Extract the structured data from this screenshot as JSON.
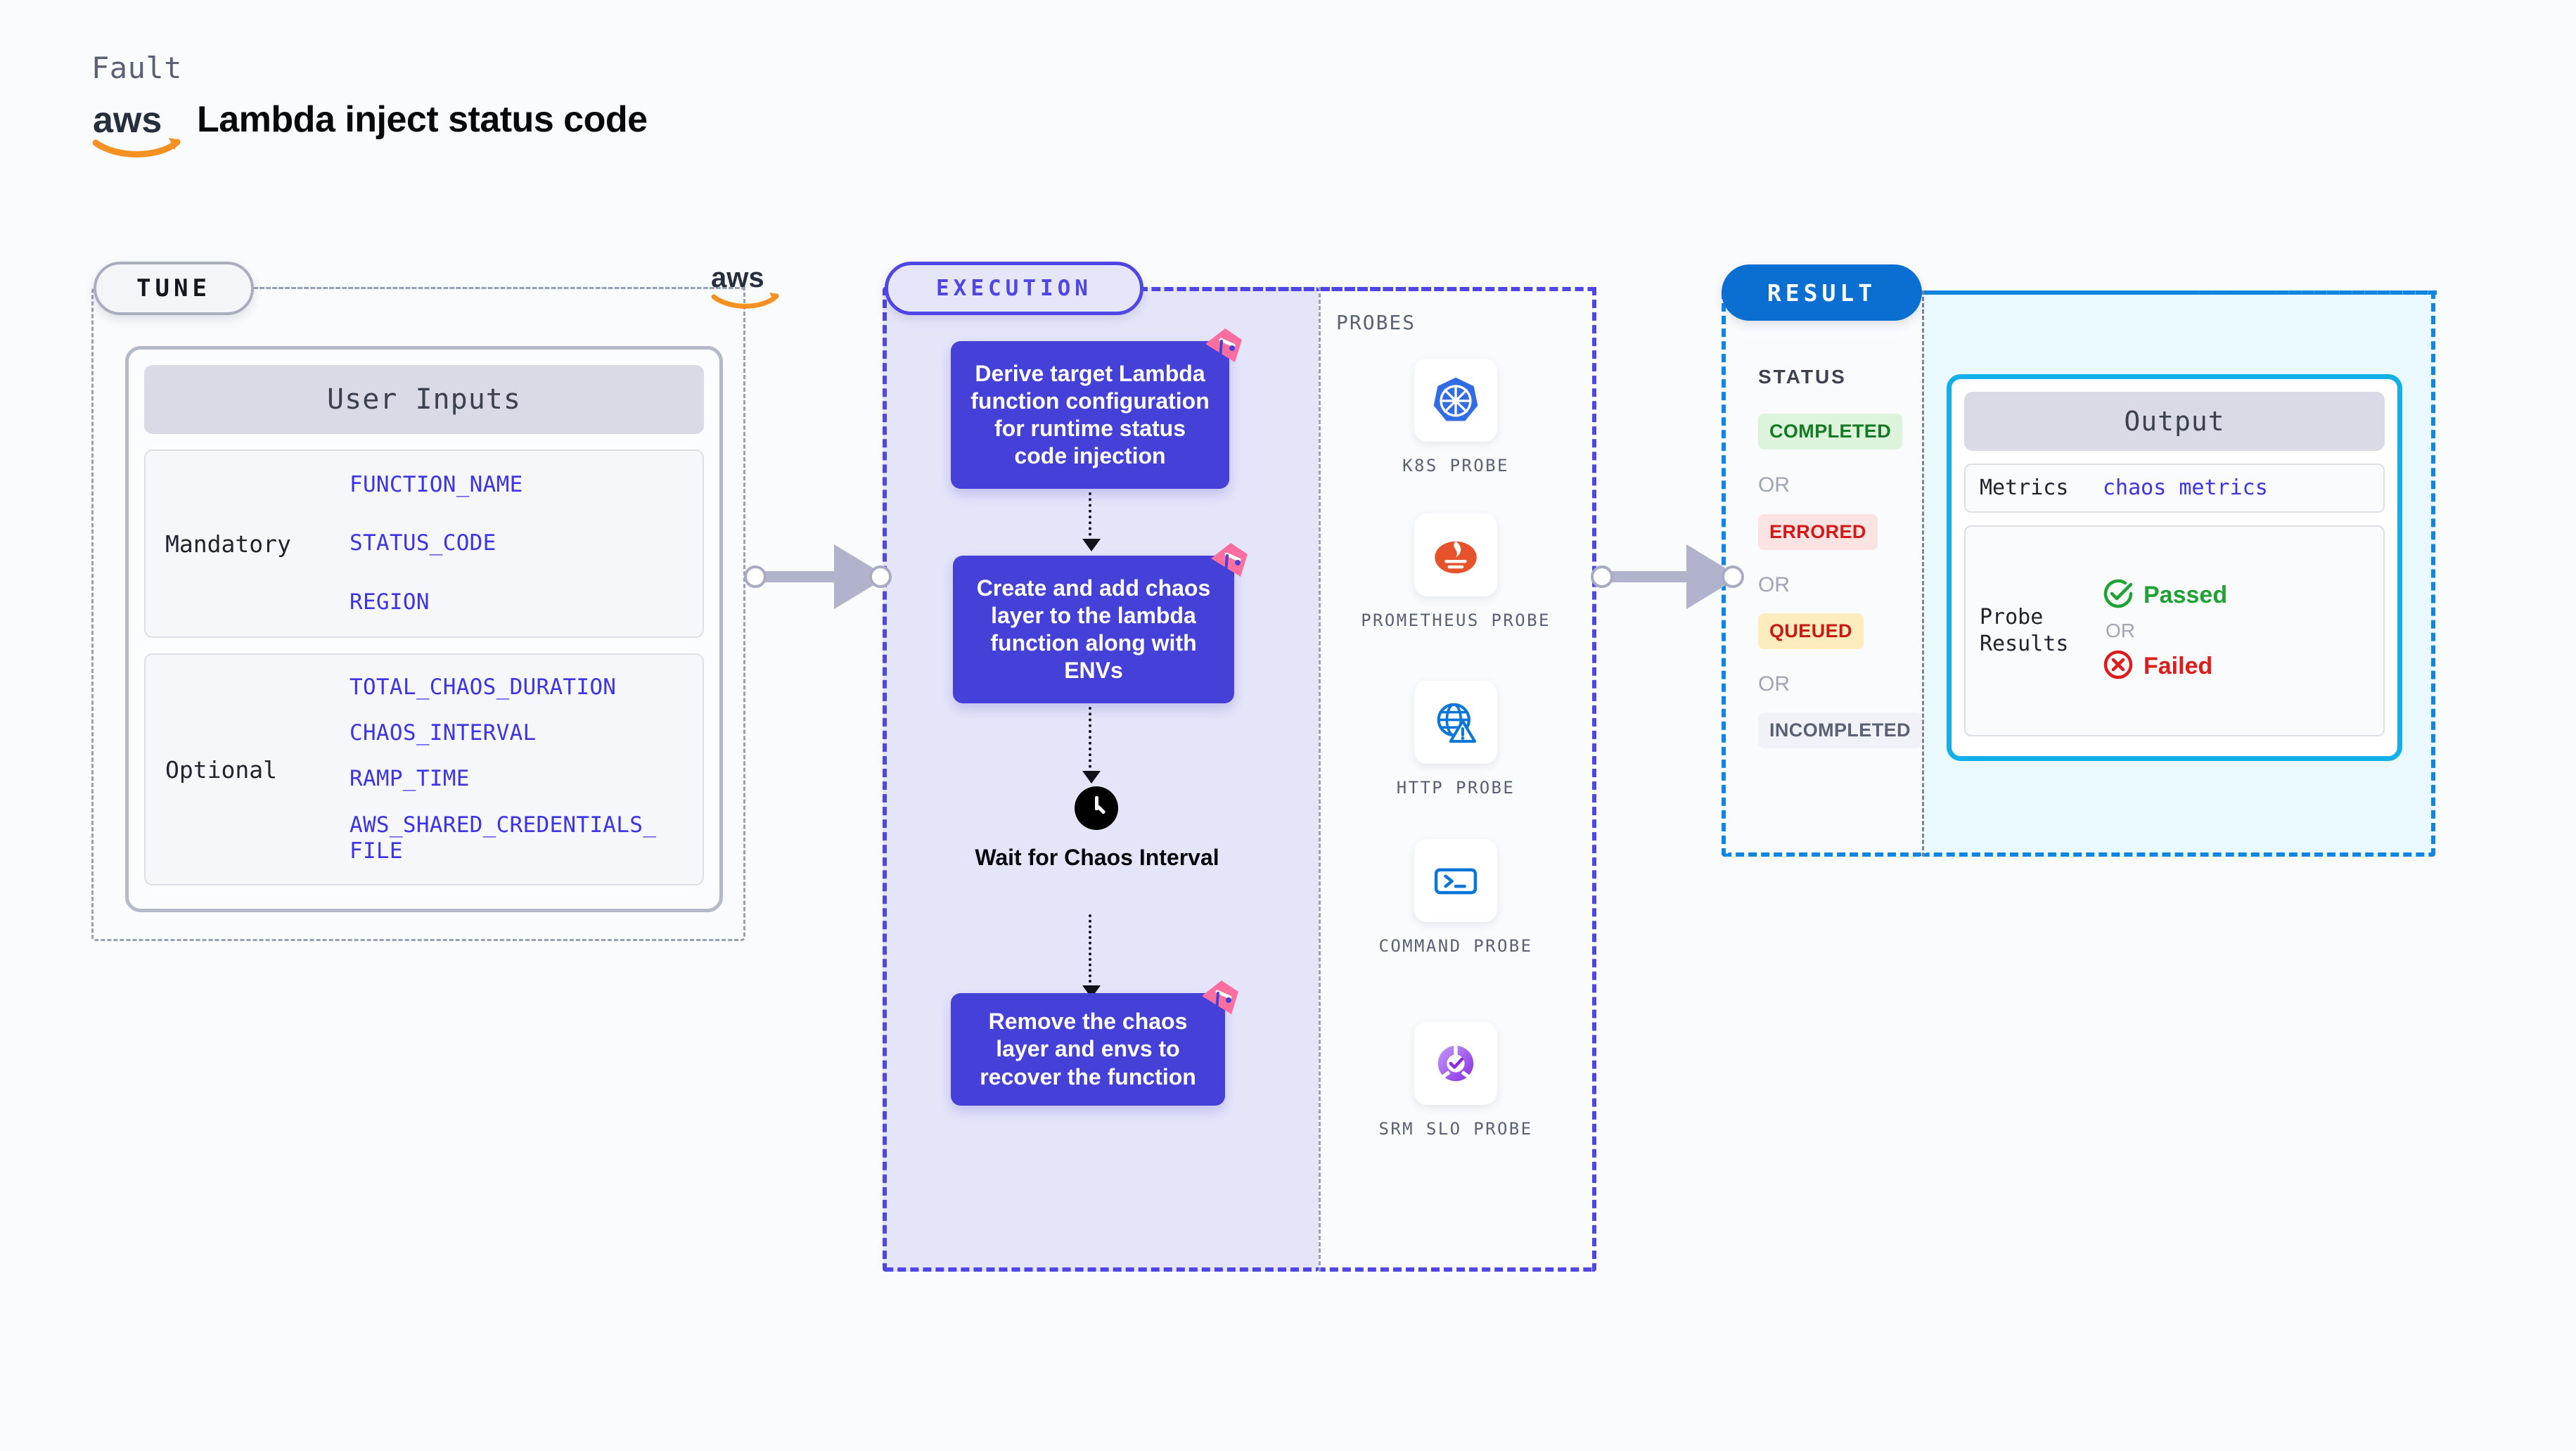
{
  "header": {
    "eyebrow": "Fault",
    "title": "Lambda inject status code",
    "logo_icon": "aws-logo"
  },
  "tune": {
    "pill_label": "TUNE",
    "aws_icon": "aws-logo",
    "card_title": "User Inputs",
    "groups": [
      {
        "label": "Mandatory",
        "params": [
          "FUNCTION_NAME",
          "STATUS_CODE",
          "REGION"
        ]
      },
      {
        "label": "Optional",
        "params": [
          "TOTAL_CHAOS_DURATION",
          "CHAOS_INTERVAL",
          "RAMP_TIME",
          "AWS_SHARED_CREDENTIALS_\nFILE"
        ]
      }
    ]
  },
  "execution": {
    "pill_label": "EXECUTION",
    "steps": [
      {
        "text": "Derive target Lambda function configuration for runtime status code injection",
        "badge_icon": "litmus-flag-icon"
      },
      {
        "text": "Create and add chaos layer to the lambda function along with ENVs",
        "badge_icon": "litmus-flag-icon"
      },
      {
        "text": "Remove the chaos layer and envs to recover the function",
        "badge_icon": "litmus-flag-icon"
      }
    ],
    "wait": {
      "icon": "clock-icon",
      "label": "Wait for Chaos Interval"
    }
  },
  "probes": {
    "title": "PROBES",
    "items": [
      {
        "label": "K8S PROBE",
        "icon": "kubernetes-icon"
      },
      {
        "label": "PROMETHEUS PROBE",
        "icon": "prometheus-icon"
      },
      {
        "label": "HTTP PROBE",
        "icon": "http-globe-icon"
      },
      {
        "label": "COMMAND PROBE",
        "icon": "terminal-icon"
      },
      {
        "label": "SRM SLO PROBE",
        "icon": "srm-slo-icon"
      }
    ]
  },
  "result": {
    "pill_label": "RESULT",
    "status_title": "STATUS",
    "or_label": "OR",
    "statuses": [
      {
        "label": "COMPLETED",
        "bg": "#def3dc",
        "fg": "#157a24"
      },
      {
        "label": "ERRORED",
        "bg": "#fbe3e3",
        "fg": "#d31818"
      },
      {
        "label": "QUEUED",
        "bg": "#fcecbe",
        "fg": "#c81a10"
      },
      {
        "label": "INCOMPLETED",
        "bg": "#f1f2f7",
        "fg": "#5a6175"
      }
    ],
    "output": {
      "card_title": "Output",
      "metrics_key": "Metrics",
      "metrics_value": "chaos metrics",
      "probe_key": "Probe\nResults",
      "passed_label": "Passed",
      "passed_icon": "check-circle-icon",
      "passed_color": "#1ea232",
      "or_label": "OR",
      "failed_label": "Failed",
      "failed_icon": "x-circle-icon",
      "failed_color": "#e01b1b"
    }
  },
  "connectors": [
    {
      "name": "tune-to-execution"
    },
    {
      "name": "execution-to-result"
    }
  ],
  "colors": {
    "accent_purple": "#4f46e5",
    "step_purple": "#4540d8",
    "flag_pink": "#fa6ea0",
    "result_blue": "#1186e0",
    "output_border": "#11b0e8",
    "aws_orange": "#f59122"
  }
}
